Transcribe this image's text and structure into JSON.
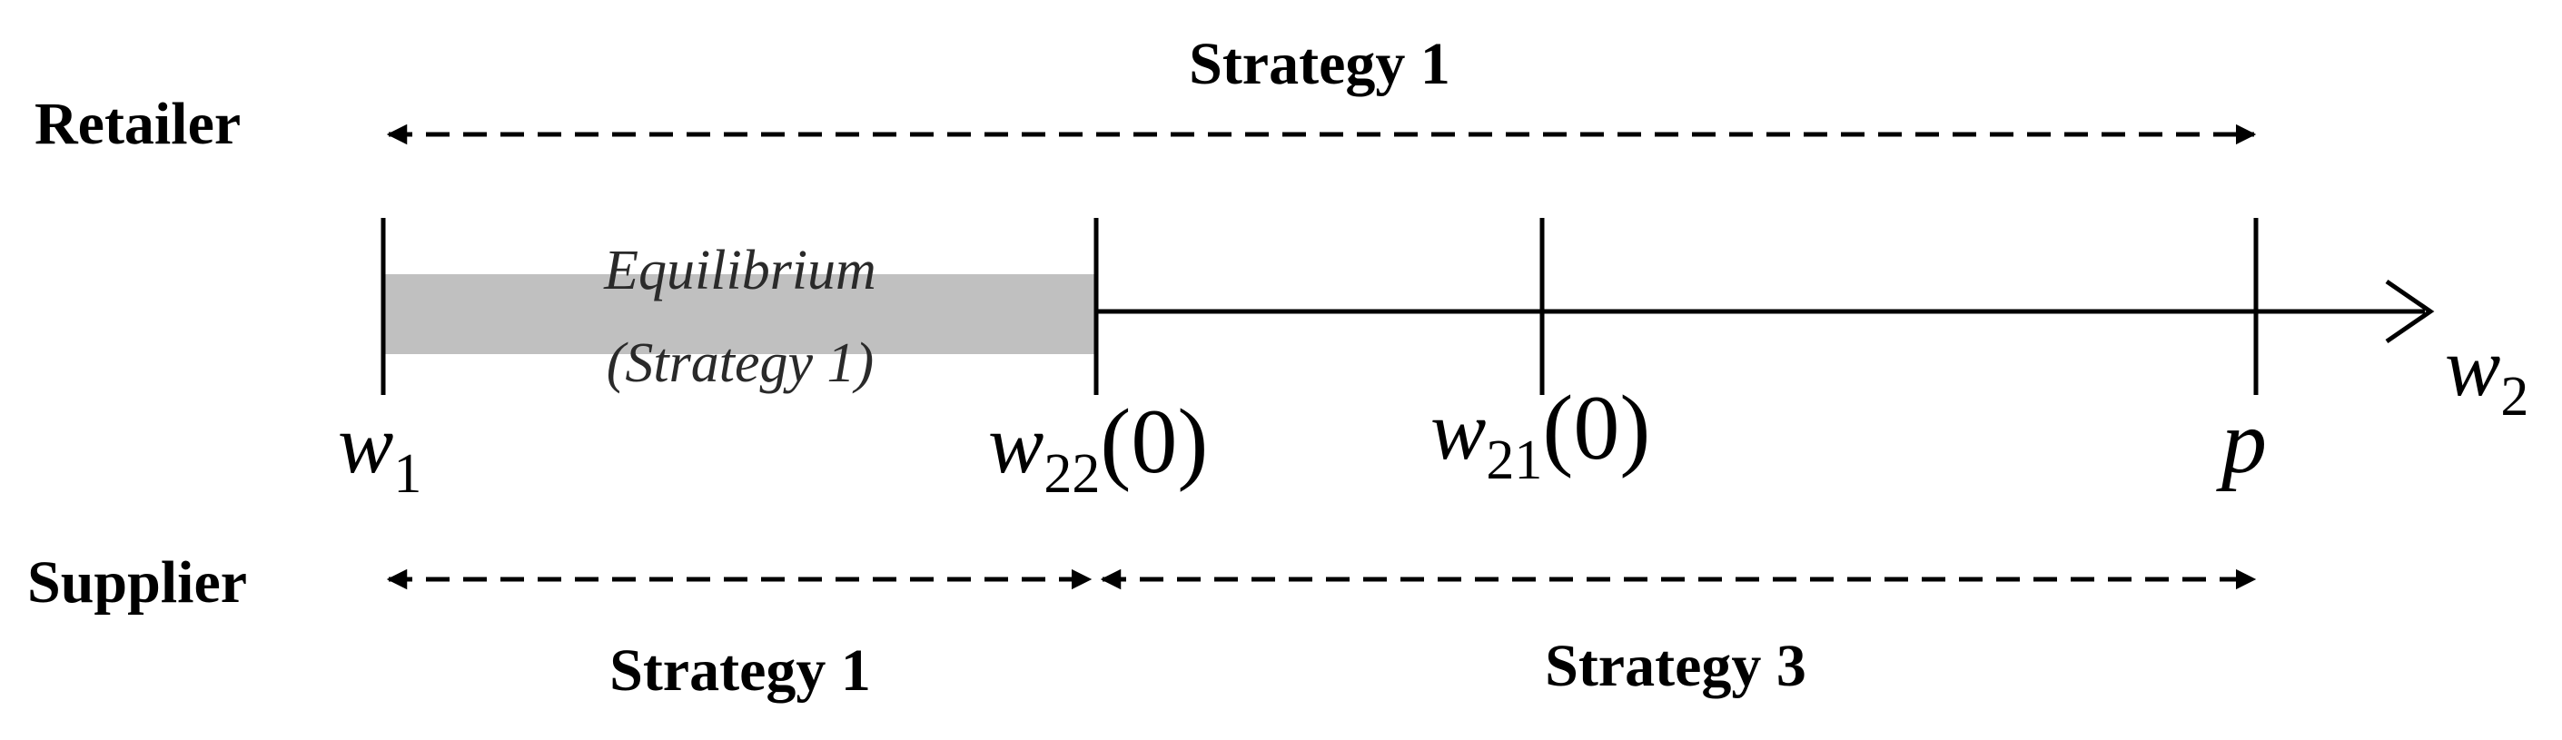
{
  "diagram": {
    "retailer": {
      "label": "Retailer",
      "strategy_label": "Strategy 1"
    },
    "supplier": {
      "label": "Supplier",
      "strategy_left": "Strategy 1",
      "strategy_right": "Strategy 3"
    },
    "equilibrium": {
      "line1": "Equilibrium",
      "line2": "(Strategy 1)",
      "fill_color": "#c0c0c0"
    },
    "axis": {
      "label_base": "w",
      "label_sub": "2",
      "ticks": {
        "w1": {
          "base": "w",
          "sub": "1",
          "arg": ""
        },
        "w22": {
          "base": "w",
          "sub": "22",
          "arg": "(0)"
        },
        "w21": {
          "base": "w",
          "sub": "21",
          "arg": "(0)"
        },
        "p": {
          "base": "p",
          "sub": "",
          "arg": ""
        }
      }
    }
  }
}
